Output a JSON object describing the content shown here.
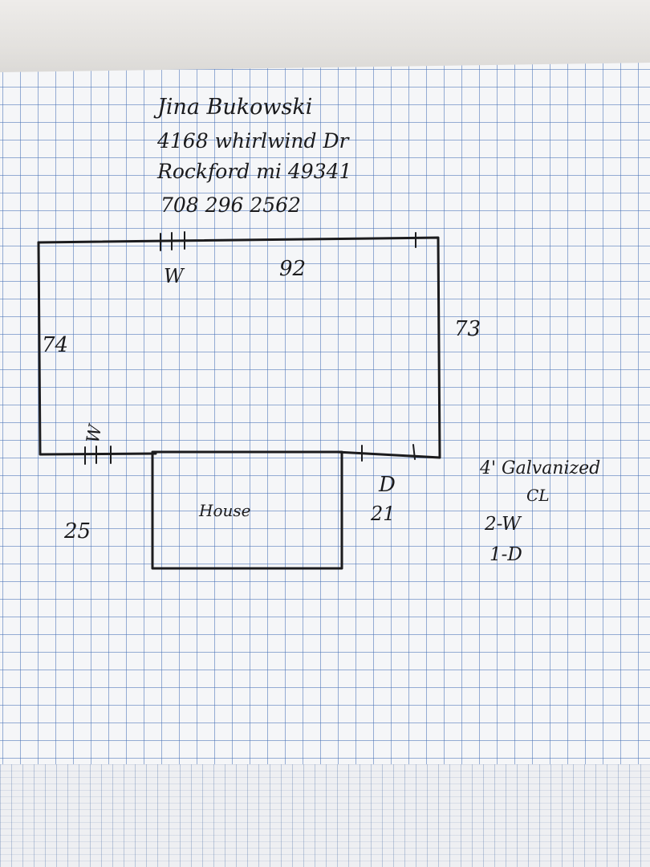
{
  "note": {
    "name": "Jina     Bukowski",
    "street": "4168  whirlwind Dr",
    "city": "Rockford  mi  49341",
    "phone": "708  296  2562"
  },
  "plan": {
    "top_length": "92",
    "left_length": "74",
    "right_length": "73",
    "bottom_left_length": "25",
    "bottom_right_length": "21",
    "house_label": "House",
    "gate_top": "W",
    "gate_bottom_left": "W",
    "door_label": "D"
  },
  "materials": {
    "fence_type_line1": "4' Galvanized",
    "fence_type_line2": "CL",
    "walk_gates": "2-W",
    "drive_gates": "1-D"
  }
}
